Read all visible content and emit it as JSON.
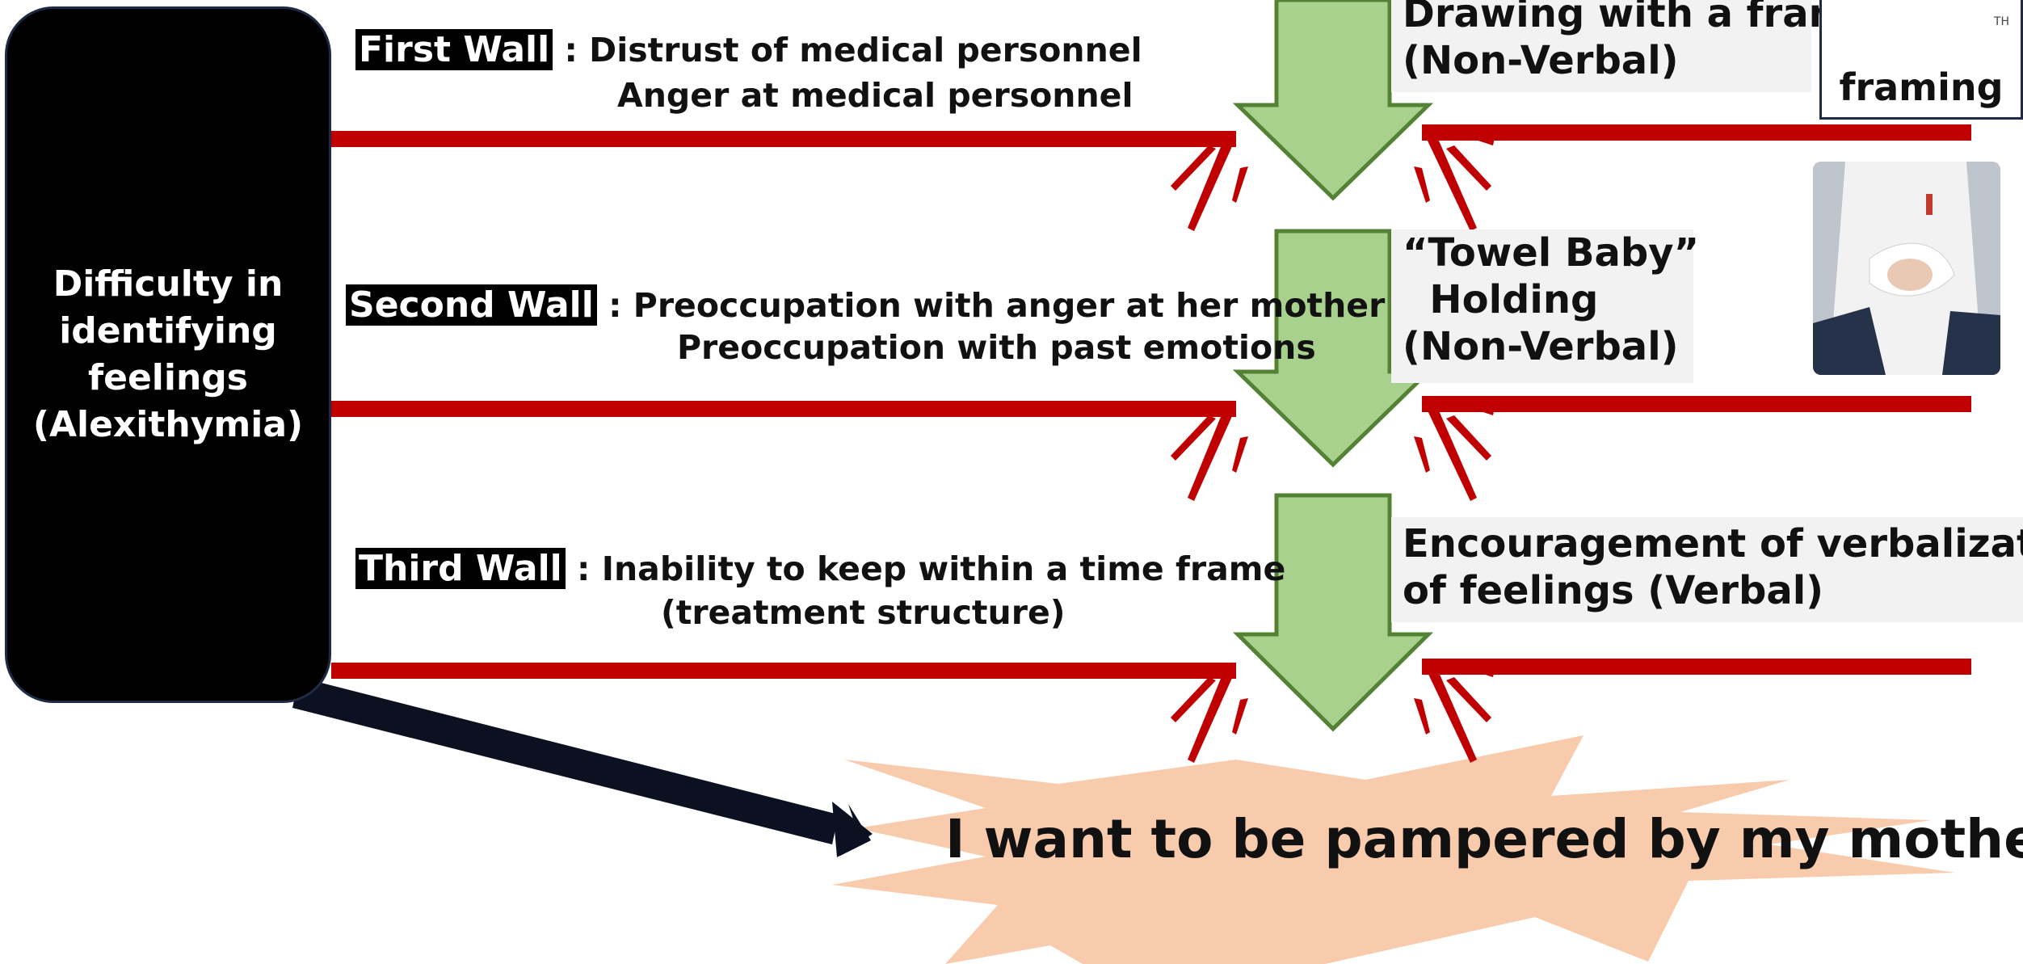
{
  "left_box": {
    "lines": [
      "Difficulty in",
      "identifying",
      "feelings",
      "(Alexithymia)"
    ]
  },
  "walls": [
    {
      "tag": "First Wall",
      "separator": " : ",
      "line1": "Distrust of medical personnel",
      "line2": "Anger at medical personnel"
    },
    {
      "tag": "Second Wall",
      "separator": " : ",
      "line1": "Preoccupation with anger at her mother",
      "line2": "Preoccupation with past emotions"
    },
    {
      "tag": "Third Wall",
      "separator": " :  ",
      "line1": "Inability to keep within a time frame",
      "line2": "(treatment structure)"
    }
  ],
  "interventions": [
    {
      "lines": [
        "Drawing with a frame",
        "(Non-Verbal)"
      ]
    },
    {
      "lines": [
        "“Towel Baby”",
        "  Holding",
        "(Non-Verbal)"
      ]
    },
    {
      "lines": [
        "Encouragement of verbalization",
        "of feelings (Verbal)"
      ]
    }
  ],
  "framing_label": "framing",
  "framing_initials": "TH",
  "outcome": "I want to be pampered by my mother.",
  "colors": {
    "wall_red": "#c00000",
    "arrow_fill": "#a9d18e",
    "arrow_stroke": "#548235",
    "burst_fill": "#f8cbad",
    "box_black": "#000000",
    "intervention_bg": "#f2f2f2"
  }
}
